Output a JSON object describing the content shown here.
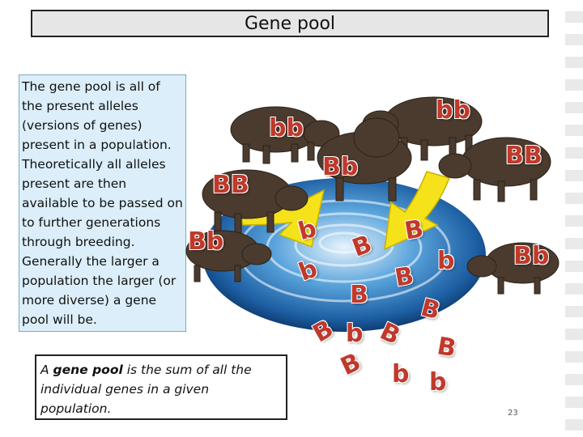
{
  "title": "Gene pool",
  "definition": "The gene pool is all of the present alleles (versions of genes) present in a population. Theoretically all alleles present are then available to be passed on to further generations through breeding. Generally the larger a population the larger (or more diverse) a gene pool will be.",
  "note": {
    "prefix": "A ",
    "term": "gene pool",
    "suffix": " is the sum of all the individual genes in a given population."
  },
  "slide_number": "23",
  "genotype_labels": [
    "bb",
    "bb",
    "Bb",
    "BB",
    "BB",
    "Bb",
    "Bb"
  ],
  "pool_alleles": [
    "b",
    "B",
    "B",
    "b",
    "b",
    "B",
    "B",
    "B",
    "B",
    "b",
    "B",
    "B",
    "B",
    "b",
    "b"
  ],
  "colors": {
    "allele_red": "#c0392b",
    "water_blue": "#2f7fc4",
    "arrow_yellow": "#f5e21a",
    "box_blue": "#dbeef9"
  }
}
